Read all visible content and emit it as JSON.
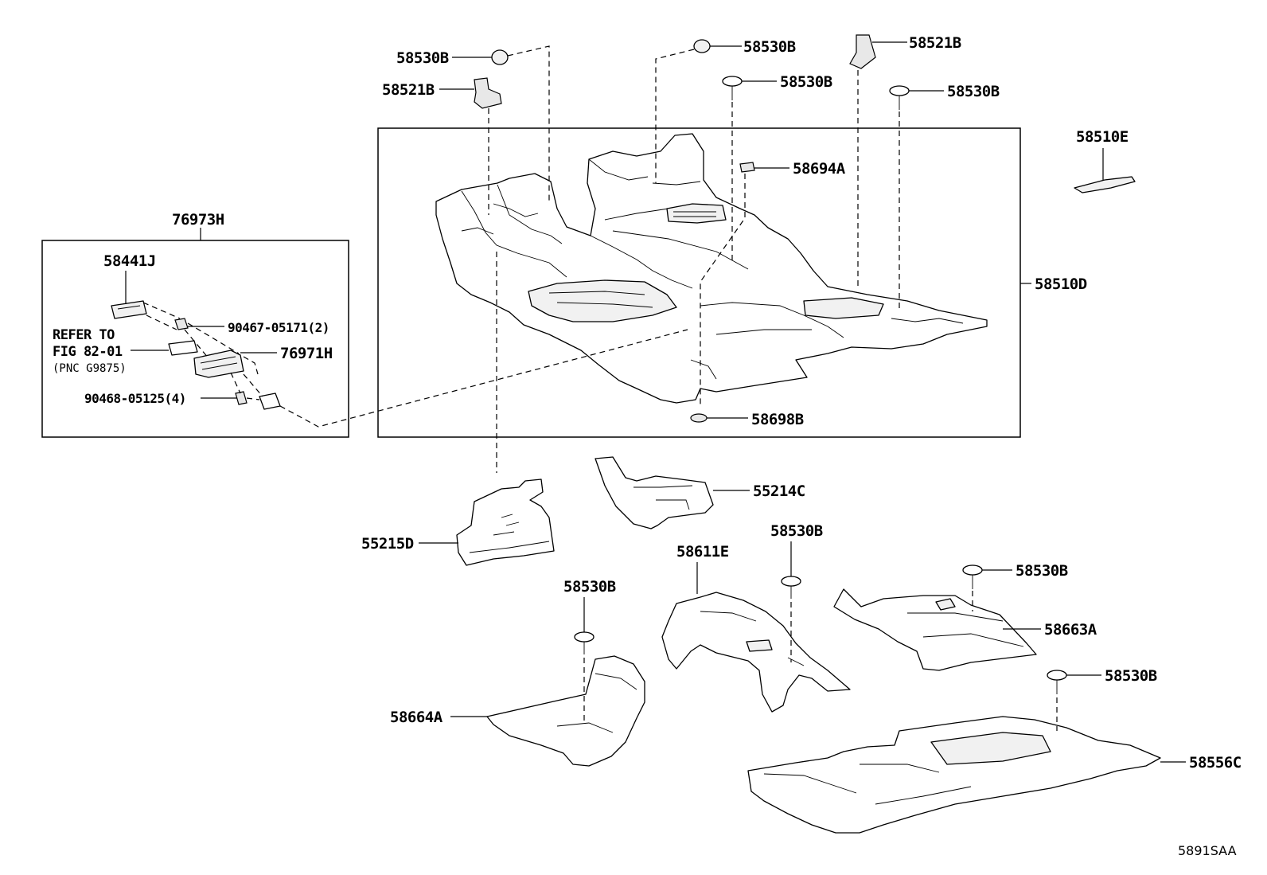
{
  "labels": {
    "l_58530B_a": "58530B",
    "l_58521B_a": "58521B",
    "l_58530B_b": "58530B",
    "l_58521B_b": "58521B",
    "l_58530B_c": "58530B",
    "l_58530B_d": "58530B",
    "l_58510E": "58510E",
    "l_58694A": "58694A",
    "l_76973H": "76973H",
    "l_58441J": "58441J",
    "l_90467": "90467-05171(2)",
    "l_refer_1": "REFER TO",
    "l_refer_2": "FIG 82-01",
    "l_refer_3": "(PNC G9875)",
    "l_76971H": "76971H",
    "l_90468": "90468-05125(4)",
    "l_58510D": "58510D",
    "l_58698B": "58698B",
    "l_55214C": "55214C",
    "l_55215D": "55215D",
    "l_58611E": "58611E",
    "l_58530B_e": "58530B",
    "l_58530B_f": "58530B",
    "l_58663A": "58663A",
    "l_58530B_g": "58530B",
    "l_58664A": "58664A",
    "l_58530B_h": "58530B",
    "l_58556C": "58556C",
    "figure_code": "5891SAA"
  }
}
